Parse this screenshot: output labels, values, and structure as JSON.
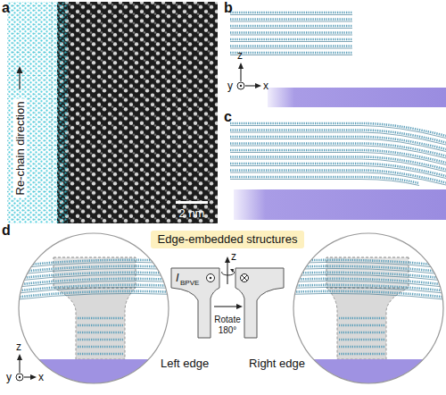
{
  "diagram": {
    "nodes": [
      {
        "text": [
          "Edge-embedded structures"
        ]
      }
    ],
    "labels": [
      "a",
      "Re-chain direction",
      "2 nm",
      "b",
      "z",
      "y",
      "x",
      "c",
      "d",
      "I",
      "BPVE",
      "Rotate 180°",
      "z",
      "Left edge",
      "Right edge",
      "z",
      "y",
      "x"
    ]
  }
}
